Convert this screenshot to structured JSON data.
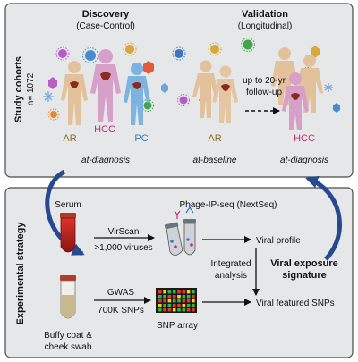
{
  "cohorts": {
    "side_label": "Study cohorts",
    "n_label": "n= 1072",
    "discovery": {
      "title": "Discovery",
      "subtitle": "(Case-Control)",
      "groups": [
        "AR",
        "HCC",
        "PC"
      ],
      "caption": "at-diagnosis"
    },
    "validation": {
      "title": "Validation",
      "subtitle": "(Longitudinal)",
      "followup_line1": "up to 20-yr",
      "followup_line2": "follow-up",
      "group_left": "AR",
      "group_right": "HCC",
      "caption_left": "at-baseline",
      "caption_right": "at-diagnosis"
    }
  },
  "strategy": {
    "side_label": "Experimental strategy",
    "serum": "Serum",
    "phage": "Phage-IP-seq (NextSeq)",
    "virscan": "VirScan",
    "viruses": ">1,000 viruses",
    "viral_profile": "Viral profile",
    "integrated_line1": "Integrated",
    "integrated_line2": "analysis",
    "signature_line1": "Viral exposure",
    "signature_line2": "signature",
    "gwas": "GWAS",
    "snps": "700K SNPs",
    "snp_array": "SNP array",
    "viral_snps": "Viral featured SNPs",
    "buffy_line1": "Buffy coat &",
    "buffy_line2": "cheek swab"
  },
  "colors": {
    "ar": "#8a6d1e",
    "hcc": "#c0307a",
    "pc": "#2f7fc2",
    "arrow_blue": "#27498f",
    "panel_bg": "#e6e7e8",
    "body_tan": "#e3c29b",
    "body_pink": "#d7a0c8",
    "body_blue": "#7db3e0"
  }
}
